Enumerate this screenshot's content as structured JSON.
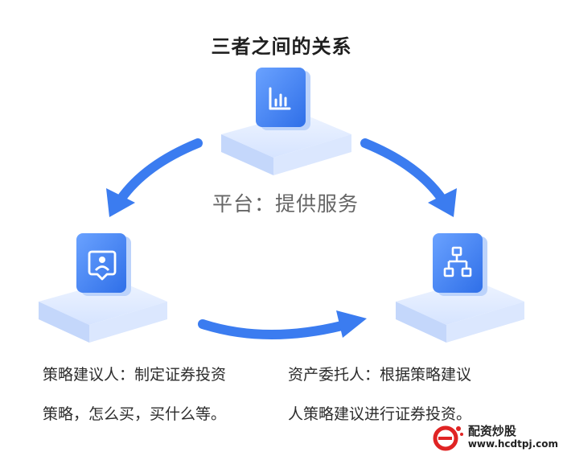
{
  "title": "三者之间的关系",
  "center_label": "平台：提供服务",
  "left_desc": {
    "line1": "策略建议人：制定证券投资",
    "line2": "策略，怎么买，买什么等。"
  },
  "right_desc": {
    "line1": "资产委托人：根据策略建议",
    "line2": "人策略建议进行证券投资。"
  },
  "watermark": {
    "name": "配资炒股",
    "url": "www.hcdtpj.com"
  },
  "colors": {
    "accent": "#3b7cf0",
    "platform_top": "#e8f0ff",
    "platform_side": "#c9dafc",
    "icon_tile": "#3a7af2",
    "watermark_red": "#e02424"
  }
}
